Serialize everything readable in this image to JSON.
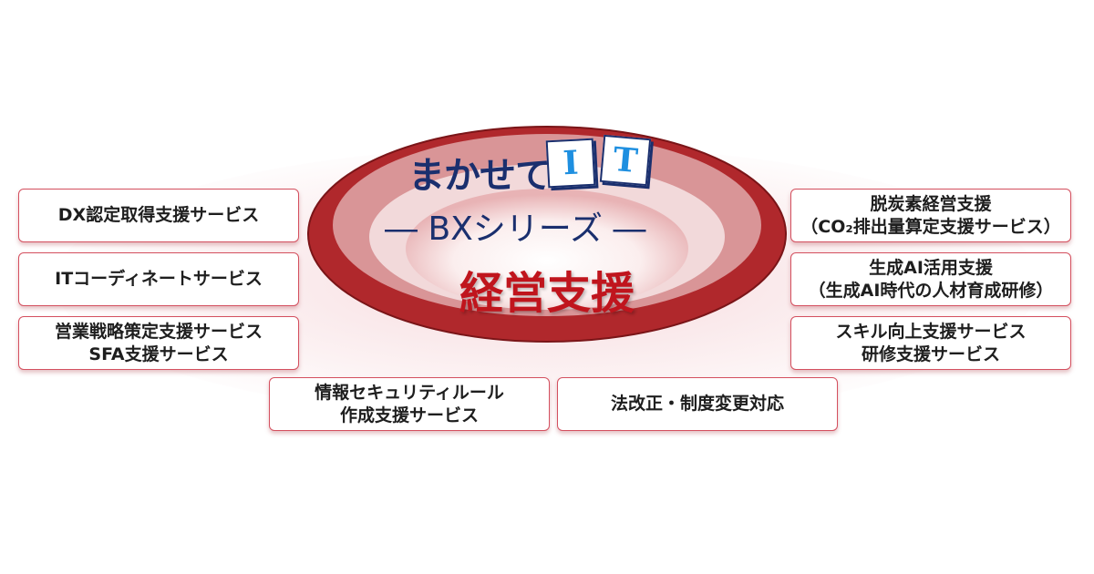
{
  "logo": {
    "prefix": "まかせて",
    "tile_1": "I",
    "tile_2": "T",
    "series": "― BXシリーズ ―",
    "category": "経営支援"
  },
  "services_left": [
    {
      "lines": [
        "DX認定取得支援サービス"
      ]
    },
    {
      "lines": [
        "ITコーディネートサービス"
      ]
    },
    {
      "lines": [
        "営業戦略策定支援サービス",
        "SFA支援サービス"
      ]
    }
  ],
  "services_right": [
    {
      "lines": [
        "脱炭素経営支援",
        "（CO₂排出量算定支援サービス）"
      ]
    },
    {
      "lines": [
        "生成AI活用支援",
        "（生成AI時代の人材育成研修）"
      ]
    },
    {
      "lines": [
        "スキル向上支援サービス",
        "研修支援サービス"
      ]
    }
  ],
  "services_bottom": [
    {
      "lines": [
        "情報セキュリティルール",
        "作成支援サービス"
      ]
    },
    {
      "lines": [
        "法改正・制度変更対応"
      ]
    }
  ],
  "colors": {
    "brand_navy": "#1a2f6e",
    "accent_red": "#c0151d",
    "ring_red": "#b0282c",
    "tile_blue": "#1e8fe0"
  }
}
